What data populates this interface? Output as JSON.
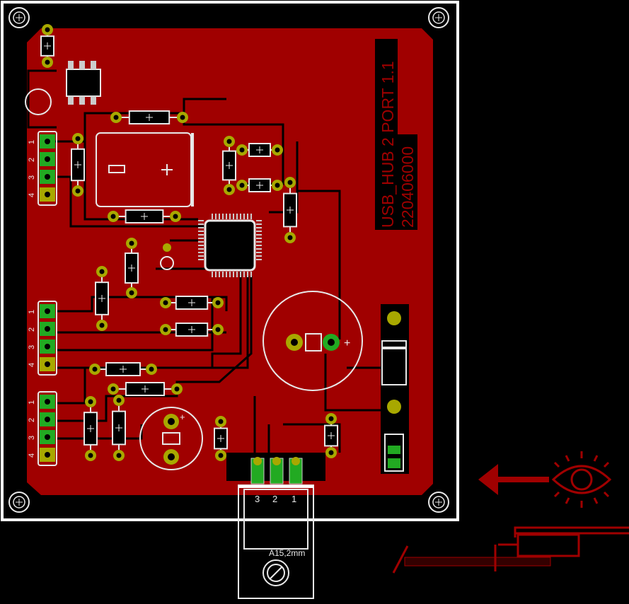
{
  "board": {
    "title_line1": "USB_HUB 2 PORT 1.1",
    "title_line2": "220406000",
    "colors": {
      "copper": "#a00000",
      "silk": "#e8e8e8",
      "pad": "#22a022",
      "via": "#a8a800",
      "annotation": "#a00000"
    }
  },
  "connectors": [
    {
      "name": "connector-1",
      "pins": [
        "1",
        "2",
        "3",
        "4"
      ]
    },
    {
      "name": "connector-2",
      "pins": [
        "1",
        "2",
        "3",
        "4"
      ]
    },
    {
      "name": "connector-3",
      "pins": [
        "1",
        "2",
        "3",
        "4"
      ]
    }
  ],
  "regulator": {
    "pins": [
      "3",
      "2",
      "1"
    ],
    "heatsink_label": "A15,2mm"
  },
  "annotation": {
    "icons": [
      "arrow-left-icon",
      "eye-icon",
      "side-view-icon"
    ]
  }
}
